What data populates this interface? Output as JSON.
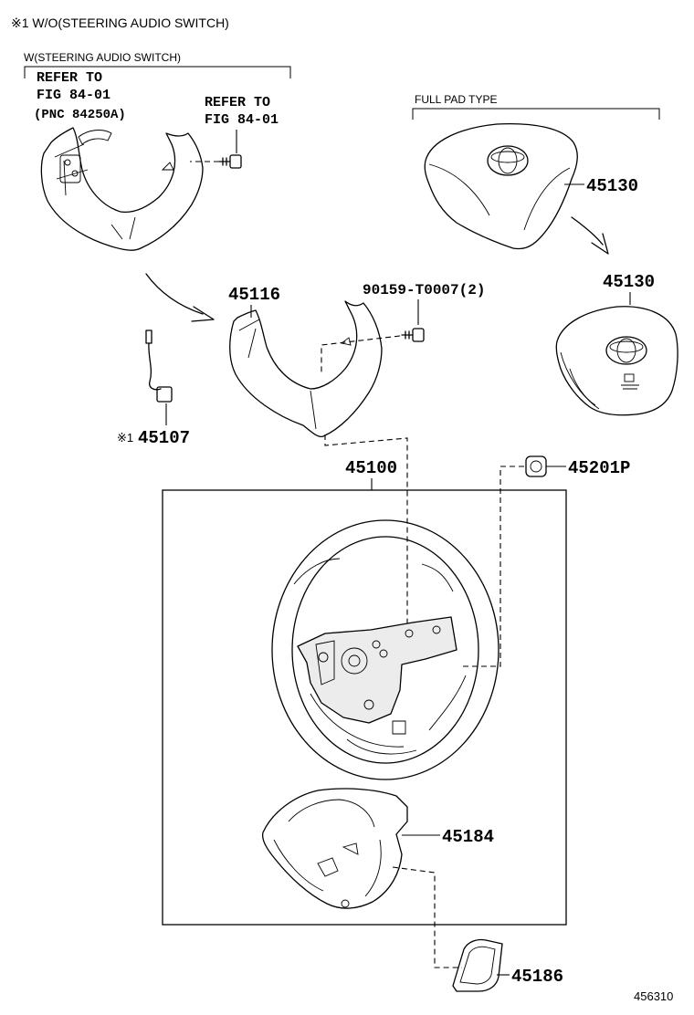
{
  "notes": {
    "wo_switch": "※1 W/O(STEERING AUDIO SWITCH)",
    "w_switch": "W(STEERING AUDIO SWITCH)",
    "full_pad_type": "FULL PAD TYPE"
  },
  "refer_left": {
    "line1": "REFER TO",
    "line2": "FIG 84-01",
    "line3": "(PNC 84250A)"
  },
  "refer_right": {
    "line1": "REFER TO",
    "line2": "FIG 84-01"
  },
  "parts": {
    "p45130_a": "45130",
    "p45130_b": "45130",
    "p45116": "45116",
    "p90159": "90159-T0007(2)",
    "p45107_mark": "※1",
    "p45107": "45107",
    "p45100": "45100",
    "p45201P": "45201P",
    "p45184": "45184",
    "p45186": "45186"
  },
  "diagram_id": "456310"
}
